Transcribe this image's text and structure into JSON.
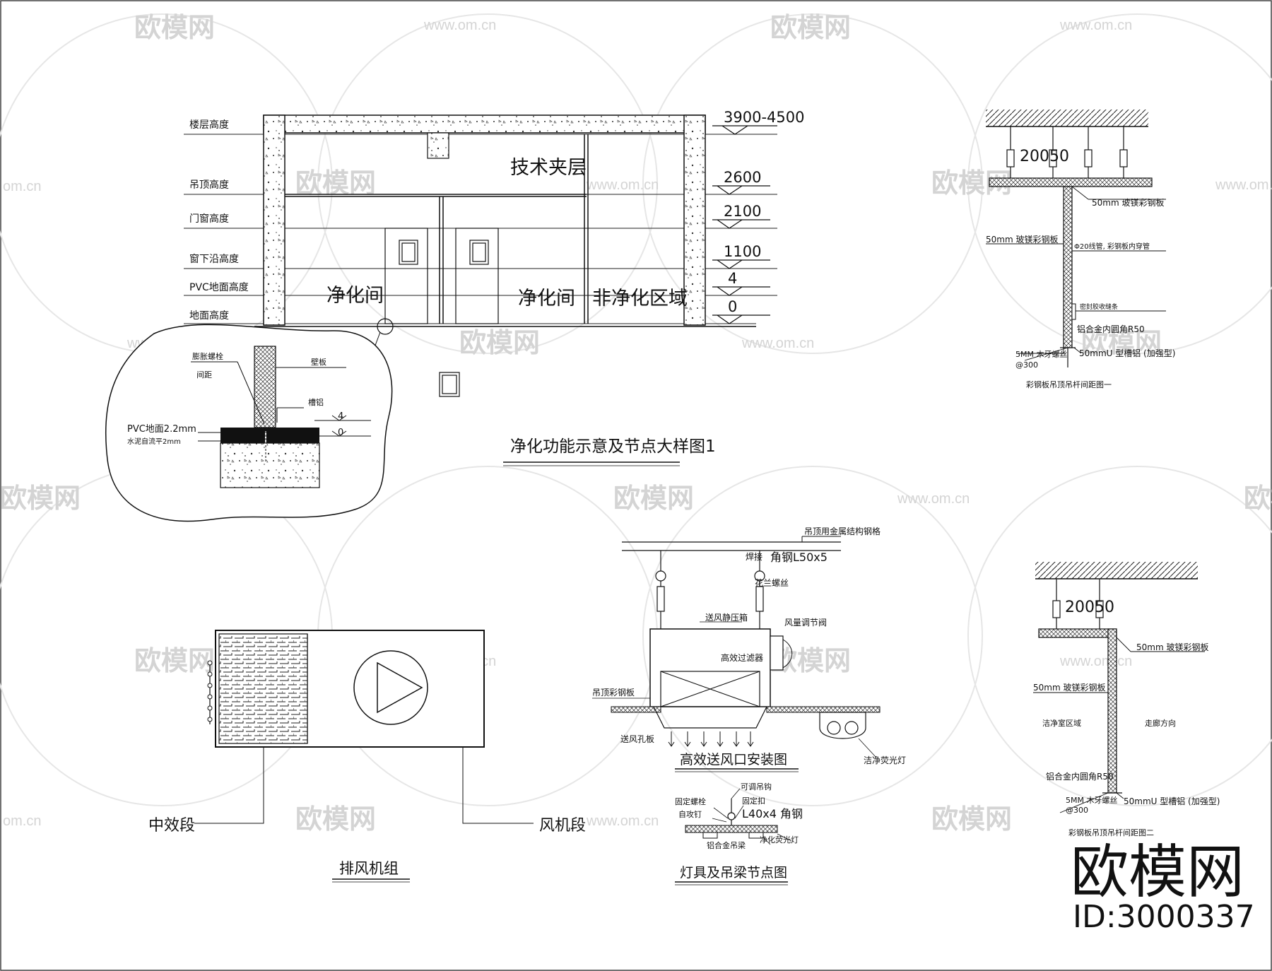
{
  "watermark": {
    "brand": "欧模网",
    "url": "www.om.cn",
    "url_short": "om.cn",
    "brand_partial": "欧模网"
  },
  "elevation": {
    "level_labels": [
      "楼层高度",
      "吊顶高度",
      "门窗高度",
      "窗下沿高度",
      "PVC地面高度",
      "地面高度"
    ],
    "level_values": [
      "3900-4500",
      "2600",
      "2100",
      "1100",
      "4",
      "0"
    ],
    "room_tech": "技术夹层",
    "room_clean_1": "净化间",
    "room_clean_2": "净化间",
    "room_nonclean": "非净化区域",
    "caption": "净化功能示意及节点大样图1"
  },
  "floor_detail": {
    "label_bolt": "膨胀螺栓",
    "label_spacing": "间距",
    "label_wall": "壁板",
    "label_groove": "槽铝",
    "label_pvc": "PVC地面2.2mm",
    "label_mortar": "水泥自流平2mm",
    "mark_4": "4",
    "mark_0": "0"
  },
  "ceiling_detail_1": {
    "dim": "20050",
    "label_50mm_ceiling": "50mm 玻镁彩钢板",
    "label_50mm_wall": "50mm 玻镁彩钢板",
    "label_rod": "Φ20线管, 彩钢板内穿管",
    "label_seal": "密封胶收缝条",
    "label_r50": "铝合金内圆角R50",
    "label_5mm": "5MM 木牙螺丝",
    "label_at300": "@300",
    "label_50mmu": "50mmU 型槽铝 (加强型)",
    "caption": "彩钢板吊顶吊杆间距图一"
  },
  "ceiling_detail_2": {
    "dim": "20050",
    "label_50mm_ceiling": "50mm 玻镁彩钢板",
    "label_50mm_wall": "50mm 玻镁彩钢板",
    "label_clean": "洁净室区域",
    "label_corridor": "走廊方向",
    "label_r50": "铝合金内圆角R50",
    "label_5mm": "5MM 木牙螺丝",
    "label_at300": "@300",
    "label_50mmu": "50mmU 型槽铝 (加强型)",
    "caption": "彩钢板吊顶吊杆间距图二"
  },
  "hepa": {
    "label_steel": "吊顶用金属结构钢格",
    "label_weld": "焊接",
    "label_angle": "角钢L50x5",
    "label_turnbuckle": "花兰螺丝",
    "label_plenum": "送风静压箱",
    "label_damper": "风量调节阀",
    "label_filter": "高效过滤器",
    "label_panel": "吊顶彩钢板",
    "label_diffuser": "送风孔板",
    "label_lamp": "洁净荧光灯",
    "caption": "高效送风口安装图"
  },
  "lamp": {
    "label_hook": "可调吊钩",
    "label_bolt": "固定螺栓",
    "label_buckle": "固定扣",
    "label_tapping": "自攻钉",
    "label_angle": "L40x4 角钢",
    "label_beam": "铝合金吊梁",
    "label_light": "净化荧光灯",
    "caption": "灯具及吊梁节点图"
  },
  "exhaust": {
    "label_mid": "中效段",
    "label_fan": "风机段",
    "caption": "排风机组"
  },
  "logo": {
    "brand": "欧模网",
    "id": "ID:3000337"
  }
}
